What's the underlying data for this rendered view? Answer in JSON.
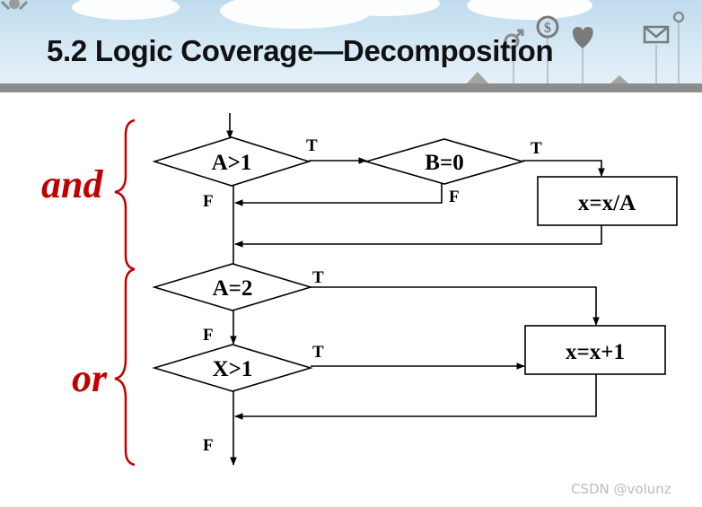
{
  "slide": {
    "title": "5.2 Logic Coverage—Decomposition",
    "watermark": "CSDN @volunz"
  },
  "diagram": {
    "groups": {
      "and": "and",
      "or": "or"
    },
    "nodes": {
      "a_gt_1": "A>1",
      "b_eq_0": "B=0",
      "x_div_a": "x=x/A",
      "a_eq_2": "A=2",
      "x_gt_1": "X>1",
      "x_plus_1": "x=x+1"
    },
    "edge_labels": {
      "true": "T",
      "false": "F"
    }
  },
  "colors": {
    "bracket": "#c00000",
    "logic_text": "#c00000",
    "header_bar": "#8c8c8c",
    "sky": "#cfe6f3"
  },
  "icons": [
    "sun-icon",
    "cloud-icon",
    "dollar-icon",
    "male-icon",
    "heart-icon",
    "mail-icon"
  ]
}
